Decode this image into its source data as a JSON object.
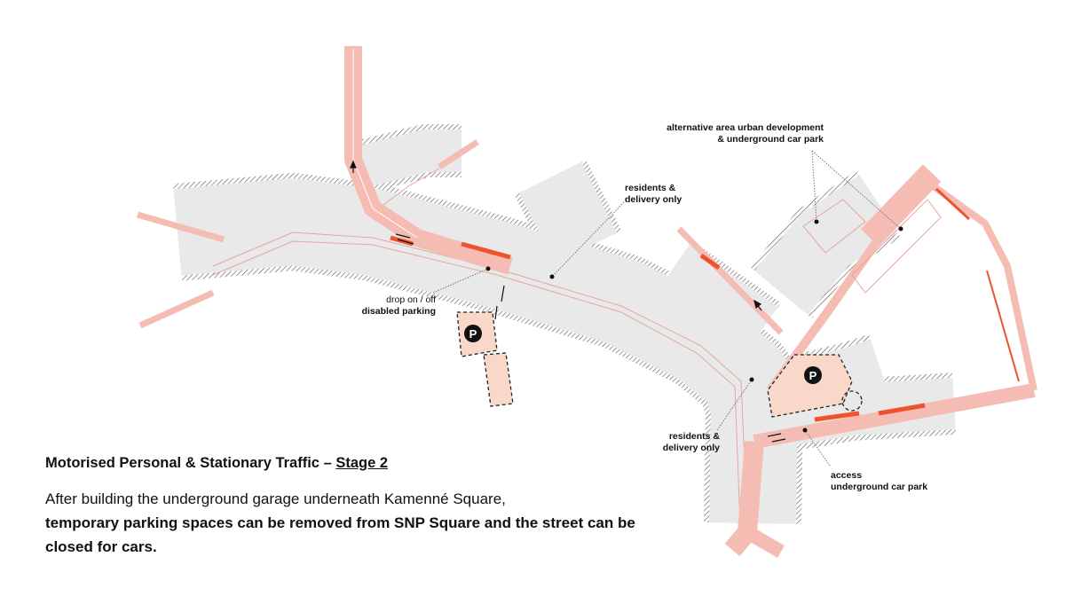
{
  "labels": {
    "alt_area_line1": "alternative area urban development",
    "alt_area_line2": "& underground car park",
    "residents_north_line1": "residents &",
    "residents_north_line2": "delivery only",
    "dropoff_line1": "drop on / off",
    "dropoff_line2": "disabled parking",
    "residents_south_line1": "residents &",
    "residents_south_line2": "delivery only",
    "access_line1": "access",
    "access_line2": "underground car park",
    "parking_symbol": "P"
  },
  "caption": {
    "title": "Motorised Personal & Stationary Traffic – ",
    "stage": "Stage 2",
    "desc_normal": "After building the underground garage underneath Kamenné Square,",
    "desc_bold": "temporary parking spaces can be removed from SNP Square and the street can be closed for cars."
  },
  "colors": {
    "pedestrian_area": "#e9e9e9",
    "road": "#f5bcb4",
    "parking_bar": "#f0522c",
    "parking_area": "#f9d8ca"
  }
}
